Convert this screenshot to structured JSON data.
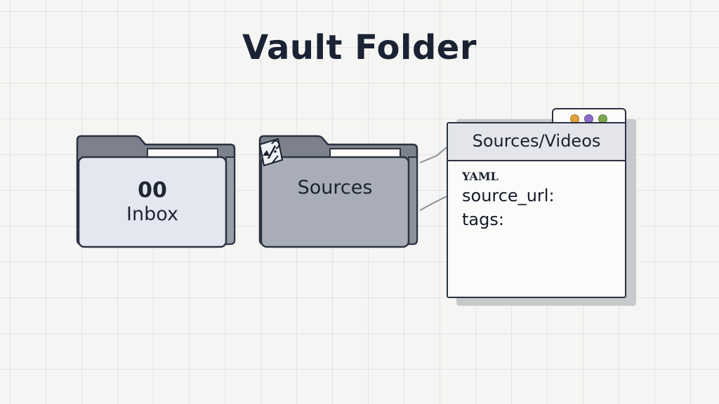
{
  "title": "Vault Folder",
  "folders": [
    {
      "number": "00",
      "name": "Inbox",
      "color": "#e4e7f0"
    },
    {
      "name": "Sources",
      "color": "#a9adb8",
      "emblem": "shapes-icon"
    }
  ],
  "window": {
    "title": "Sources/Videos",
    "dots": [
      "#e0a13a",
      "#8a6ac4",
      "#7aa84f"
    ],
    "yaml_label": "YAML",
    "fields": [
      "source_url:",
      "tags:"
    ]
  },
  "colors": {
    "outline": "#2a3140",
    "folder_back": "#7c818c",
    "header": "#e3e5ea",
    "background": "#f5f5f3"
  }
}
